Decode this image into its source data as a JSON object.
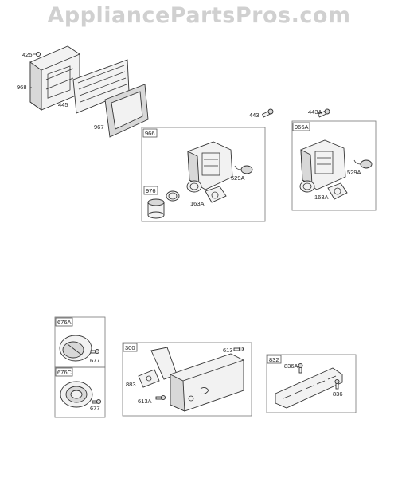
{
  "watermark": "AppliancePartsPros.com",
  "parts": {
    "p425": "425",
    "p968": "968",
    "p445": "445",
    "p967": "967",
    "p443": "443",
    "p443A": "443A",
    "p966": "966",
    "p966A": "966A",
    "p529A_1": "529A",
    "p529A_2": "529A",
    "p976": "976",
    "p163A_1": "163A",
    "p163A_2": "163A",
    "p676A": "676A",
    "p677_1": "677",
    "p676C": "676C",
    "p677_2": "677",
    "p300": "300",
    "p613": "613",
    "p883": "883",
    "p613A": "613A",
    "p832": "832",
    "p836A": "836A",
    "p836": "836"
  }
}
